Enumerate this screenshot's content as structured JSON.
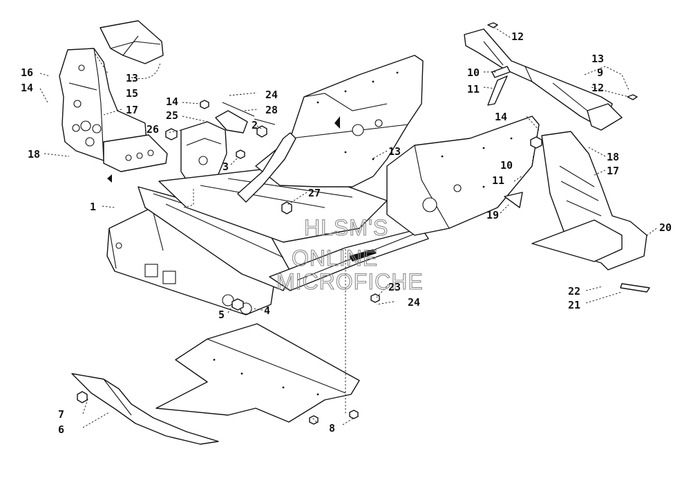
{
  "watermark": {
    "line1": "HLSM'S",
    "line2": "ONLINE",
    "line3": "MICROFICHE"
  },
  "callouts": {
    "c1": "1",
    "c2": "2",
    "c3": "3",
    "c4": "4",
    "c5": "5",
    "c6": "6",
    "c7": "7",
    "c8": "8",
    "c9": "9",
    "c10a": "10",
    "c10b": "10",
    "c11a": "11",
    "c11b": "11",
    "c12a": "12",
    "c12b": "12",
    "c13a": "13",
    "c13b": "13",
    "c13c": "13",
    "c14a": "14",
    "c14b": "14",
    "c14c": "14",
    "c15": "15",
    "c16": "16",
    "c17a": "17",
    "c17b": "17",
    "c18a": "18",
    "c18b": "18",
    "c19": "19",
    "c20": "20",
    "c21": "21",
    "c22": "22",
    "c23": "23",
    "c24a": "24",
    "c24b": "24",
    "c25": "25",
    "c26": "26",
    "c27": "27",
    "c28": "28"
  }
}
